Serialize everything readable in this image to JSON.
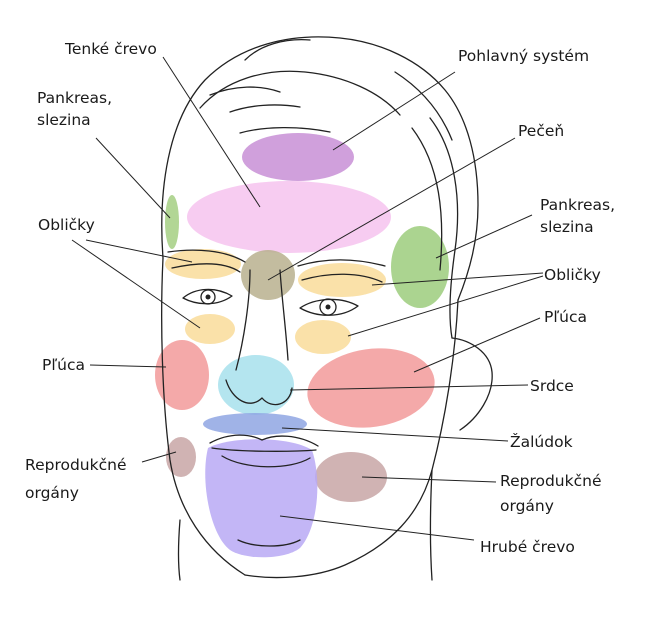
{
  "labels": {
    "tenke_crevo": "Tenké črevo",
    "pohlavny_system": "Pohlavný systém",
    "pankreas_left_1": "Pankreas,",
    "pankreas_left_2": "slezina",
    "pecen": "Pečeň",
    "pankreas_right_1": "Pankreas,",
    "pankreas_right_2": "slezina",
    "oblicky_left": "Obličky",
    "oblicky_right": "Obličky",
    "pluca_right": "Pľúca",
    "pluca_left": "Pľúca",
    "srdce": "Srdce",
    "zaludok": "Žalúdok",
    "repro_left_1": "Reprodukčné",
    "repro_left_2": "orgány",
    "repro_right_1": "Reprodukčné",
    "repro_right_2": "orgány",
    "hrube_crevo": "Hrubé črevo"
  },
  "colors": {
    "pohlavny": "#c88fd6",
    "tenke": "#f6c3ef",
    "pankreas_left": "#a5cf82",
    "pankreas_right": "#9ccc7c",
    "pecen": "#b9b08e",
    "oblicky": "#f9dc9a",
    "pluca": "#f9dc9a",
    "lungs_red": "#f29a9a",
    "srdce_red": "#f29a9a",
    "nose": "#a7e0ec",
    "zaludok": "#8fa6e3",
    "repro": "#c8a6a6",
    "hrube": "#b9a9f5",
    "outline": "#222222"
  }
}
